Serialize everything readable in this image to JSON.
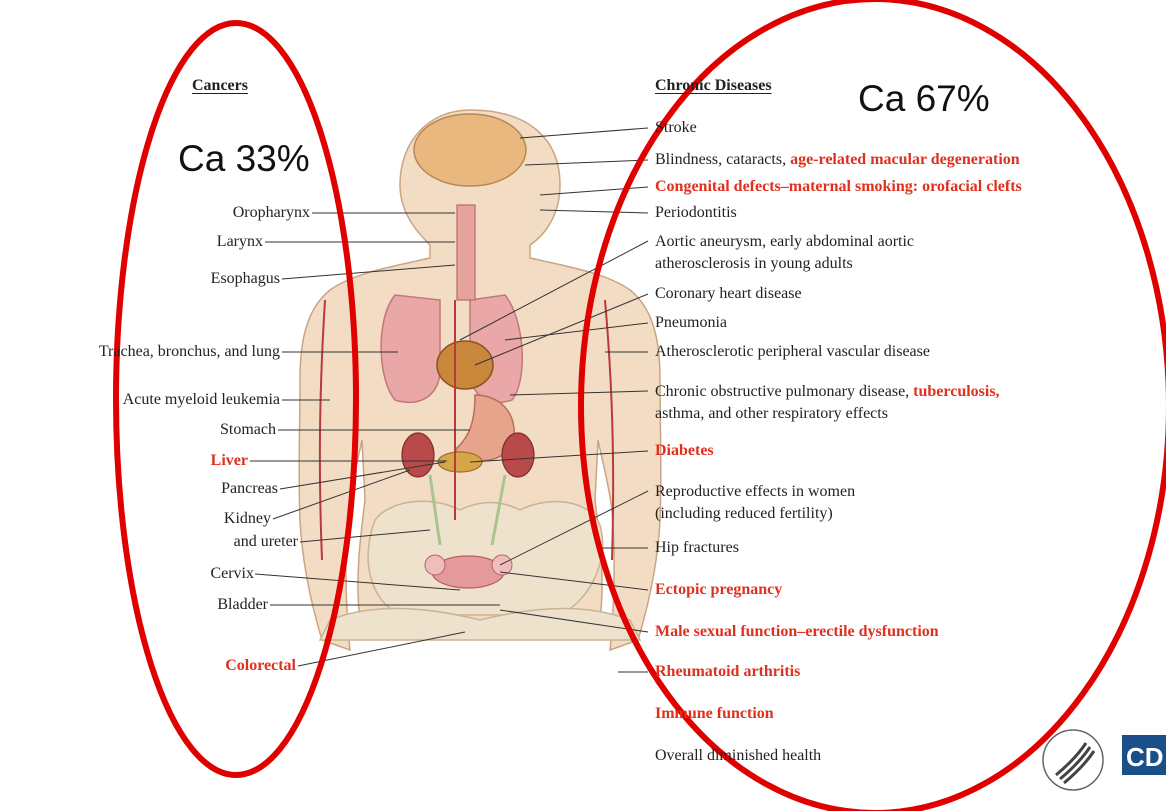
{
  "headers": {
    "cancers": "Cancers",
    "chronic": "Chronic Diseases"
  },
  "callouts": {
    "left": "Ca 33%",
    "right": "Ca 67%"
  },
  "cancers": [
    {
      "label": "Oropharynx"
    },
    {
      "label": "Larynx"
    },
    {
      "label": "Esophagus"
    },
    {
      "label": "Trachea, bronchus, and lung"
    },
    {
      "label": "Acute myeloid leukemia"
    },
    {
      "label": "Stomach"
    },
    {
      "label": "Liver",
      "highlight": true
    },
    {
      "label": "Pancreas"
    },
    {
      "label": "Kidney"
    },
    {
      "label": "and ureter"
    },
    {
      "label": "Cervix"
    },
    {
      "label": "Bladder"
    },
    {
      "label": "Colorectal",
      "highlight": true
    }
  ],
  "chronic": [
    {
      "label": "Stroke"
    },
    {
      "label": "Blindness, cataracts, ",
      "red_part": "age-related macular degeneration"
    },
    {
      "label": "Congenital defects–maternal smoking: orofacial clefts",
      "highlight": true
    },
    {
      "label": "Periodontitis"
    },
    {
      "label": "Aortic aneurysm, early abdominal aortic",
      "line2": "atherosclerosis in young adults"
    },
    {
      "label": "Coronary heart disease"
    },
    {
      "label": "Pneumonia"
    },
    {
      "label": "Atherosclerotic peripheral vascular disease"
    },
    {
      "label": "Chronic obstructive pulmonary disease, ",
      "red_part": "tuberculosis,",
      "line2": "asthma, and other respiratory effects"
    },
    {
      "label": "Diabetes",
      "highlight": true
    },
    {
      "label": "Reproductive effects in women",
      "line2": "(including reduced fertility)"
    },
    {
      "label": "Hip fractures"
    },
    {
      "label": "Ectopic pregnancy",
      "highlight": true
    },
    {
      "label": "Male sexual function–erectile dysfunction",
      "highlight": true
    },
    {
      "label": "Rheumatoid arthritis",
      "highlight": true
    },
    {
      "label": "Immune function",
      "highlight": true
    },
    {
      "label": "Overall diminished health"
    }
  ],
  "logo": {
    "text": "CD"
  },
  "colors": {
    "highlight": "#e0301e",
    "ellipse": "#e00000",
    "skin": "#f3dcc4",
    "organ": "#e58a8a"
  }
}
